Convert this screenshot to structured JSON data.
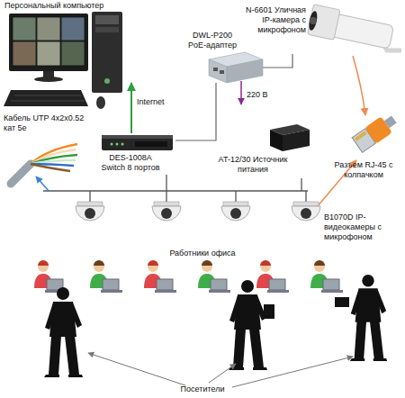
{
  "diagram": {
    "nodes": [
      {
        "text": [
          "Персональный компьютер"
        ]
      },
      {
        "text": [
          "DWL-P200 PoE-адаптер"
        ]
      },
      {
        "text": [
          "N-6601 Уличная IP-камера с микрофоном"
        ]
      },
      {
        "text": [
          "DES-1008A Switch 8 портов"
        ]
      },
      {
        "text": [
          "AT-12/30 Источник питания"
        ]
      },
      {
        "text": [
          "B1070D IP-видеокамеры с микрофоном"
        ]
      }
    ],
    "edges": [
      {
        "from": 3,
        "to": 0,
        "arrow": "to",
        "label": "Internet"
      },
      {
        "from": 3,
        "to": 1,
        "arrow": "none"
      },
      {
        "from": 1,
        "to": 2,
        "arrow": "none"
      },
      {
        "from": 3,
        "to": 5,
        "arrow": "none"
      },
      {
        "from": 4,
        "to": 5,
        "arrow": "none"
      }
    ],
    "labels": [
      "Кабель UTP 4x2x0.52 кат 5е",
      "220 В",
      "Разъем RJ-45 с колпачком",
      "Работники офиса",
      "Посетители"
    ]
  }
}
